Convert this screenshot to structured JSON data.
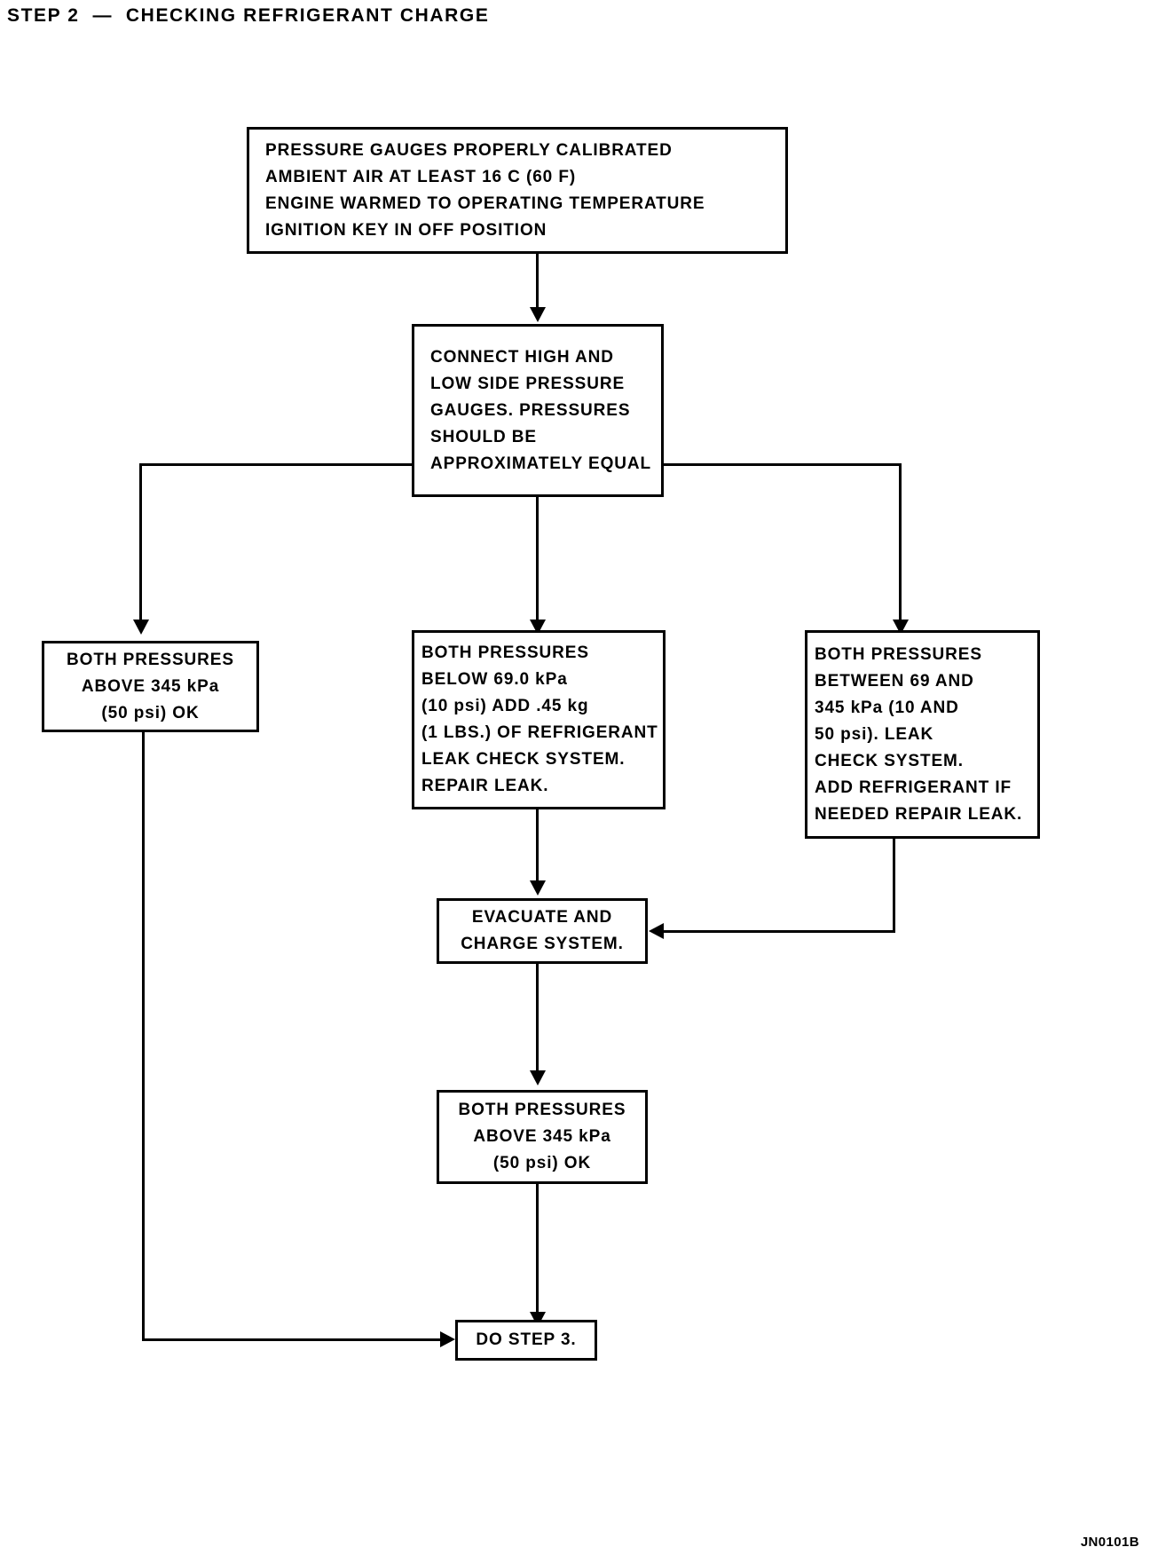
{
  "page": {
    "title": "STEP 2  —  CHECKING REFRIGERANT CHARGE",
    "footer_code": "JN0101B",
    "ink_color": "#000000",
    "background_color": "#ffffff"
  },
  "nodes": {
    "preconditions": {
      "id": "preconditions",
      "lines": [
        "PRESSURE GAUGES PROPERLY CALIBRATED",
        "AMBIENT AIR AT LEAST 16 C (60 F)",
        "ENGINE WARMED TO OPERATING TEMPERATURE",
        "IGNITION KEY IN OFF POSITION"
      ]
    },
    "connect_gauges": {
      "id": "connect-gauges",
      "lines": [
        "CONNECT HIGH AND",
        "LOW SIDE PRESSURE",
        "GAUGES. PRESSURES",
        "SHOULD BE",
        "APPROXIMATELY EQUAL"
      ]
    },
    "branch_above": {
      "id": "branch-above-345",
      "lines": [
        "BOTH PRESSURES",
        "ABOVE 345 kPa",
        "(50 psi) OK"
      ]
    },
    "branch_below": {
      "id": "branch-below-69",
      "lines": [
        "BOTH PRESSURES",
        "BELOW 69.0 kPa",
        "(10 psi) ADD .45 kg",
        "(1 LBS.) OF REFRIGERANT",
        "LEAK CHECK SYSTEM.",
        "REPAIR LEAK."
      ]
    },
    "branch_between": {
      "id": "branch-between-69-345",
      "lines": [
        "BOTH PRESSURES",
        "BETWEEN 69 AND",
        "345 kPa (10 AND",
        "50 psi). LEAK",
        "CHECK SYSTEM.",
        "ADD REFRIGERANT IF",
        "NEEDED REPAIR LEAK."
      ]
    },
    "evacuate": {
      "id": "evacuate-and-charge",
      "lines": [
        "EVACUATE AND",
        "CHARGE SYSTEM."
      ]
    },
    "verify": {
      "id": "verify-above-345",
      "lines": [
        "BOTH PRESSURES",
        "ABOVE 345 kPa",
        "(50 psi) OK"
      ]
    },
    "do_step_3": {
      "id": "do-step-3",
      "lines": [
        "DO STEP 3."
      ]
    }
  }
}
